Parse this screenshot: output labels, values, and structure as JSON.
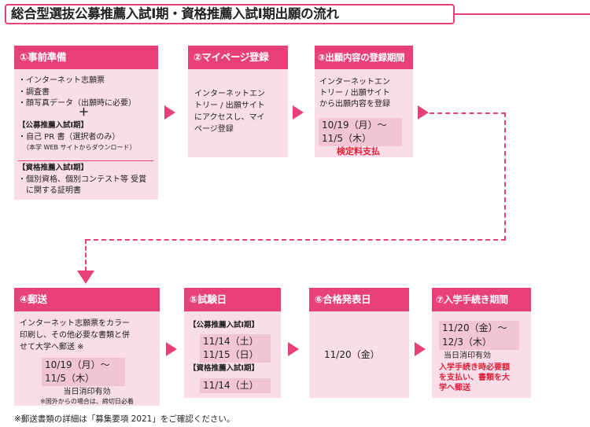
{
  "title": "総合型選抜公募推薦入試Ⅰ期・資格推薦入試Ⅰ期出願の流れ",
  "colors": {
    "accent": "#e8407a",
    "card_bg": "#f9dde8",
    "date_bg": "#f2c5d6",
    "alert_red": "#e0203a"
  },
  "steps": [
    {
      "heading": "①事前準備",
      "items": [
        "・インターネット志願票",
        "・調査書",
        "・顔写真データ（出願時に必要）"
      ],
      "plus": "＋",
      "koubo_header": "【公募推薦入試Ⅰ期】",
      "koubo_item": "・自己 PR 書（選択者のみ）",
      "koubo_note": "（本学 WEB サイトからダウンロード）",
      "shikaku_header": "【資格推薦入試Ⅰ期】",
      "shikaku_item_1": "・個別資格、個別コンテスト等 受賞",
      "shikaku_item_2": "　に関する証明書"
    },
    {
      "heading": "②マイページ登録",
      "lines": [
        "インターネットエン",
        "トリー / 出願サイト",
        "にアクセスし、マイ",
        "ページ登録"
      ]
    },
    {
      "heading": "③出願内容の登録期間",
      "lines": [
        "インターネットエン",
        "トリー / 出願サイト",
        "から出願内容を登録"
      ],
      "date_1": "10/19（月）～",
      "date_2": "11/5（木）",
      "alert": "検定料支払"
    },
    {
      "heading": "④郵送",
      "lines": [
        "インターネット志願票をカラー",
        "印刷し、その他必要な書類と併",
        "せて大学へ郵送 ※"
      ],
      "date_1": "10/19（月）～",
      "date_2": "11/5（木）",
      "postmark": "当日消印有効",
      "overseas": "※国外からの場合は、締切日必着"
    },
    {
      "heading": "⑤試験日",
      "koubo_header": "【公募推薦入試Ⅰ期】",
      "koubo_date_1": "11/14（土）",
      "koubo_date_2": "11/15（日）",
      "shikaku_header": "【資格推薦入試Ⅰ期】",
      "shikaku_date": "11/14（土）"
    },
    {
      "heading": "⑥合格発表日",
      "date": "11/20（金）"
    },
    {
      "heading": "⑦入学手続き期間",
      "date_1": "11/20（金）～",
      "date_2": "12/3（木）",
      "postmark": "当日消印有効",
      "alert_lines": [
        "入学手続き時必要額",
        "を支払い、書類を大",
        "学へ郵送"
      ]
    }
  ],
  "footnote": "※郵送書類の詳細は「募集要項 2021」をご確認ください。"
}
